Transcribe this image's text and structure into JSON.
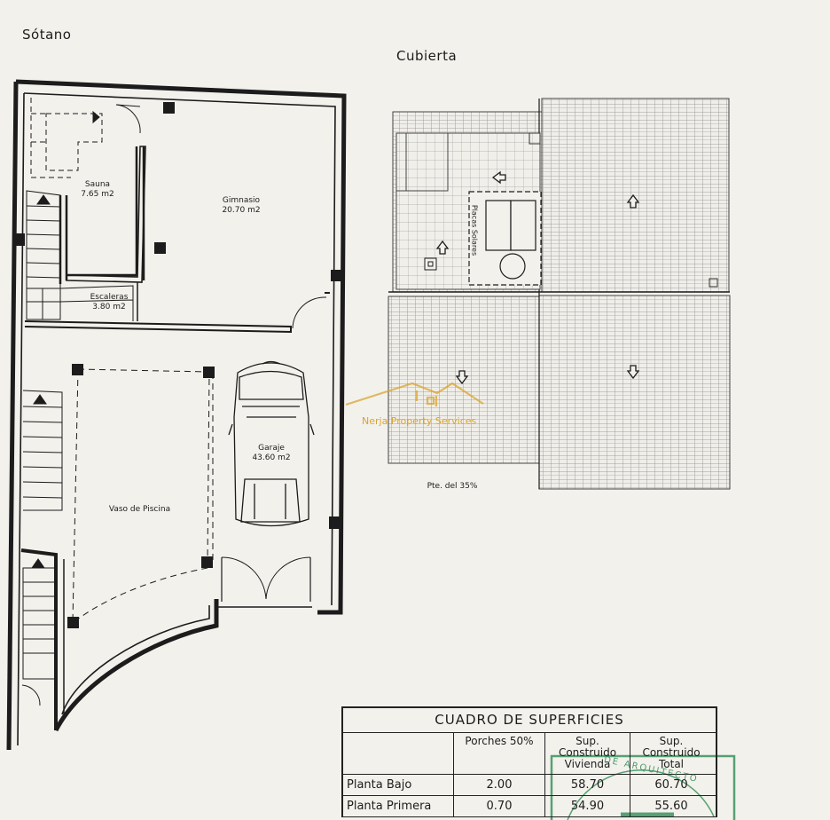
{
  "basement_title": "Sótano",
  "roof_title": "Cubierta",
  "rooms": {
    "sauna": {
      "name": "Sauna",
      "area": "7.65 m2"
    },
    "gym": {
      "name": "Gimnasio",
      "area": "20.70 m2"
    },
    "stairs": {
      "name": "Escaleras",
      "area": "3.80 m2"
    },
    "garage": {
      "name": "Garaje",
      "area": "43.60 m2"
    },
    "pool": {
      "name": "Vaso de Piscina"
    }
  },
  "roof": {
    "solar_label": "Placas Solares",
    "slope_note": "Pte. del 35%"
  },
  "watermark": "Nerja Property Services",
  "table": {
    "title": "CUADRO DE SUPERFICIES",
    "headers": [
      "",
      "Porches  50%",
      "Sup. Construido Vivienda",
      "Sup. Construido Total"
    ],
    "rows": [
      {
        "label": "Planta Bajo",
        "porches": "2.00",
        "vivienda": "58.70",
        "total": "60.70"
      },
      {
        "label": "Planta Primera",
        "porches": "0.70",
        "vivienda": "54.90",
        "total": "55.60"
      }
    ]
  },
  "stamp_text": "DE ARQUITECTO",
  "colors": {
    "ink": "#1c1c1c",
    "paper": "#f3f1ec",
    "stamp": "#2f8c55",
    "watermark": "#d9a531"
  }
}
